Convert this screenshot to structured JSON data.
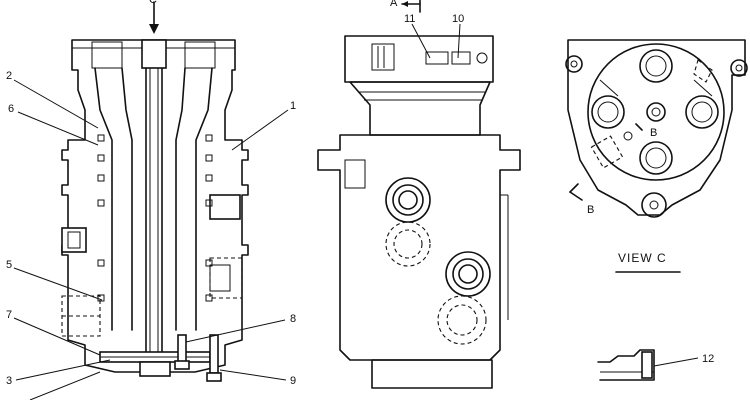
{
  "callouts": {
    "c1": "1",
    "c2": "2",
    "c3": "3",
    "c5": "5",
    "c6": "6",
    "c7": "7",
    "c8": "8",
    "c9": "9",
    "c10": "10",
    "c11": "11",
    "c12": "12"
  },
  "section_marks": {
    "a": "A",
    "b_upper": "B",
    "b_lower": "B",
    "c_top": "C"
  },
  "view_caption": "VIEW   C"
}
